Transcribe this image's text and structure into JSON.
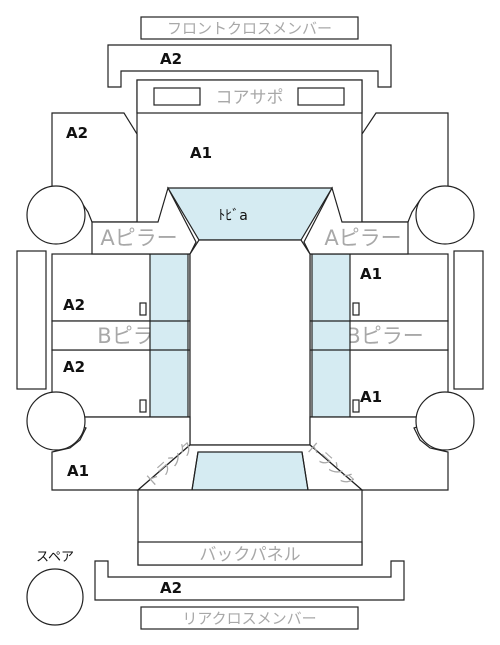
{
  "labels": {
    "front_cross_member": "フロントクロスメンバー",
    "core_support": "コアサポ",
    "roof": "ﾄﾋﾞa",
    "a_pillar_left": "Aピラー",
    "a_pillar_right": "Aピラー",
    "b_pillar_left": "Bピラー",
    "b_pillar_right": "Bピラー",
    "trunk_left": "トランク",
    "trunk_right": "トランク",
    "back_panel": "バックパネル",
    "spare": "スペア",
    "rear_cross_member": "リアクロスメンバー"
  },
  "grades": {
    "front_member": "A2",
    "front_left": "A2",
    "front_center": "A1",
    "front_door_right": "A1",
    "front_door_left": "A2",
    "rear_door_left": "A2",
    "rear_door_right": "A1",
    "rear_left": "A1",
    "rear_member": "A2"
  },
  "colors": {
    "highlight": "#d5ebf2",
    "line": "#222222",
    "label_gray": "#a8a8a8"
  }
}
